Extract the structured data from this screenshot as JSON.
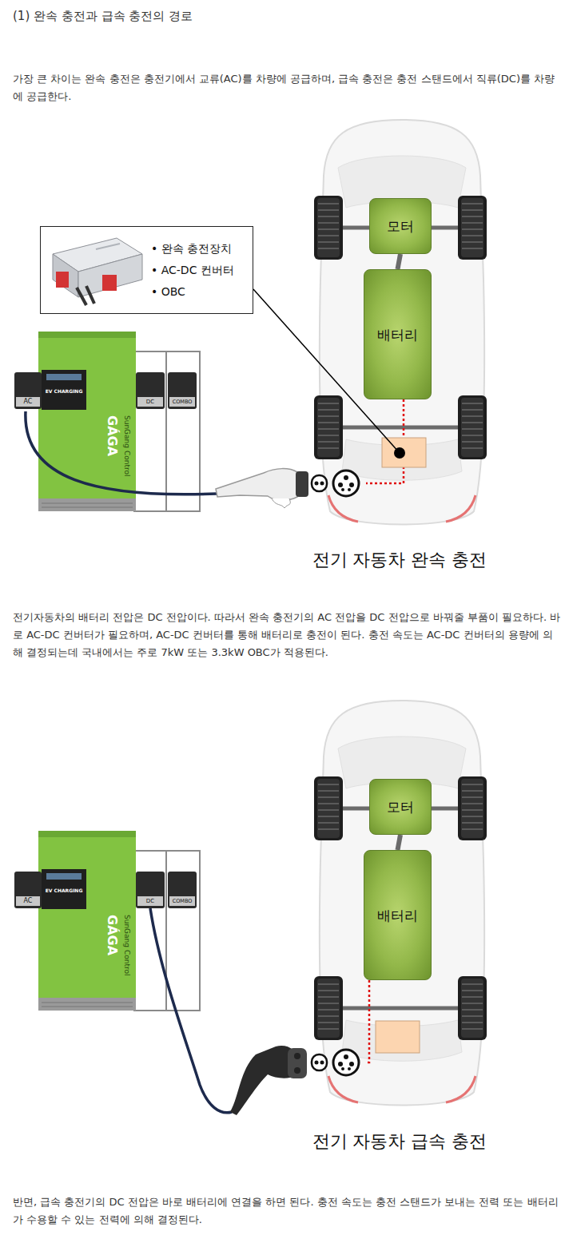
{
  "diagram": {
    "title": "(1) 완속 충전과 급속 충전의 경로",
    "nodes": [
      {
        "text": [
          "• 완속 충전장치",
          "• AC-DC 컨버터",
          "• OBC"
        ]
      },
      {
        "text": [
          "모터"
        ]
      },
      {
        "text": [
          "배터리"
        ]
      },
      {
        "text": [
          "모터"
        ]
      },
      {
        "text": [
          "배터리"
        ]
      }
    ],
    "edges": [
      {
        "from": 1,
        "to": 2,
        "arrow": "none"
      },
      {
        "from": 3,
        "to": 4,
        "arrow": "none"
      }
    ],
    "labels": [
      "가장 큰 차이는 완속 충전은 충전기에서 교류(AC)를 차량에 공급하며, 급속 충전은 충전 스탠드에서 직류(DC)를 차량에 공급한다.",
      "AC",
      "EV CHARGING",
      "DC",
      "COMBO",
      "GÁGA",
      "SunGang Control",
      "전기 자동차 완속 충전",
      "전기자동차의 배터리 전압은 DC 전압이다. 따라서 완속 충전기의 AC 전압을 DC 전압으로 바꿔줄 부품이 필요하다. 바로 AC-DC 컨버터가 필요하며, AC-DC 컨버터를 통해 배터리로 충전이 된다. 충전 속도는 AC-DC 컨버터의 용량에 의해 결정되는데 국내에서는 주로 7kW 또는 3.3kW OBC가 적용된다.",
      "AC",
      "EV CHARGING",
      "DC",
      "COMBO",
      "GÁGA",
      "SunGang Control",
      "전기 자동차 급속 충전",
      "반면, 급속 충전기의 DC 전압은 바로 배터리에 연결을 하면 된다. 충전 속도는 충전 스탠드가 보내는 전력 또는 배터리가 수용할 수 있는 전력에 의해 결정된다."
    ]
  }
}
